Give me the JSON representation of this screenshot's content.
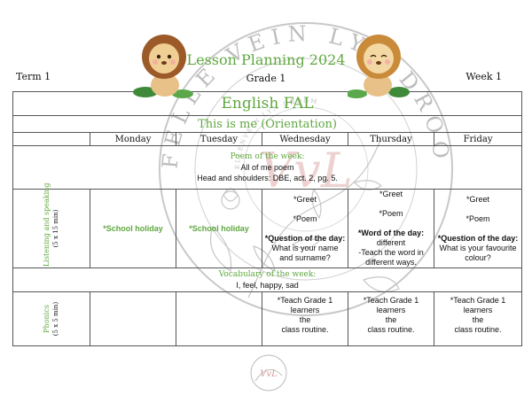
{
  "header": {
    "title": "Lesson Planning 2024",
    "grade": "Grade 1",
    "term": "Term 1",
    "week": "Week 1"
  },
  "watermark": {
    "arc_text": "FELLE VEIN LYN DROOM",
    "monogram": "VvL",
    "inner_text": "ELLENVEIN LYN DROOM",
    "color": "#b0b0b0",
    "accent": "#e9b9b9"
  },
  "plan": {
    "subject": "English FAL",
    "theme": "This is me (Orientation)",
    "days": [
      "Monday",
      "Tuesday",
      "Wednesday",
      "Thursday",
      "Friday"
    ],
    "poem_label": "Poem of the week:",
    "poem_lines": [
      "All of me poem",
      "Head and shoulders: DBE, act. 2, pg. 5."
    ],
    "listening": {
      "label": "Listening and speaking",
      "duration": "(5 x 15 min)",
      "monday": "*School holiday",
      "tuesday": "*School holiday",
      "wednesday": {
        "greet": "*Greet",
        "poem": "*Poem",
        "question_label": "*Question of the day:",
        "question_l1": "What is your name",
        "question_l2": "and surname?"
      },
      "thursday": {
        "greet": "*Greet",
        "poem": "*Poem",
        "word_label": "*Word of the day:",
        "word": "different",
        "teach_l1": "-Teach the word in",
        "teach_l2": "different ways."
      },
      "friday": {
        "greet": "*Greet",
        "poem": "*Poem",
        "question_label": "*Question of the day:",
        "question_l1": "What is your favourite",
        "question_l2": "colour?"
      }
    },
    "vocab_label": "Vocabulary of the week:",
    "vocab_words": "I, feel, happy, sad",
    "phonics": {
      "label": "Phonics",
      "duration": "(5 x 5 min)",
      "line1": "*Teach Grade 1",
      "line2": "learners",
      "line3": "the",
      "line4": "class routine."
    }
  },
  "colors": {
    "accent_green": "#5fa83f",
    "border": "#555555"
  }
}
